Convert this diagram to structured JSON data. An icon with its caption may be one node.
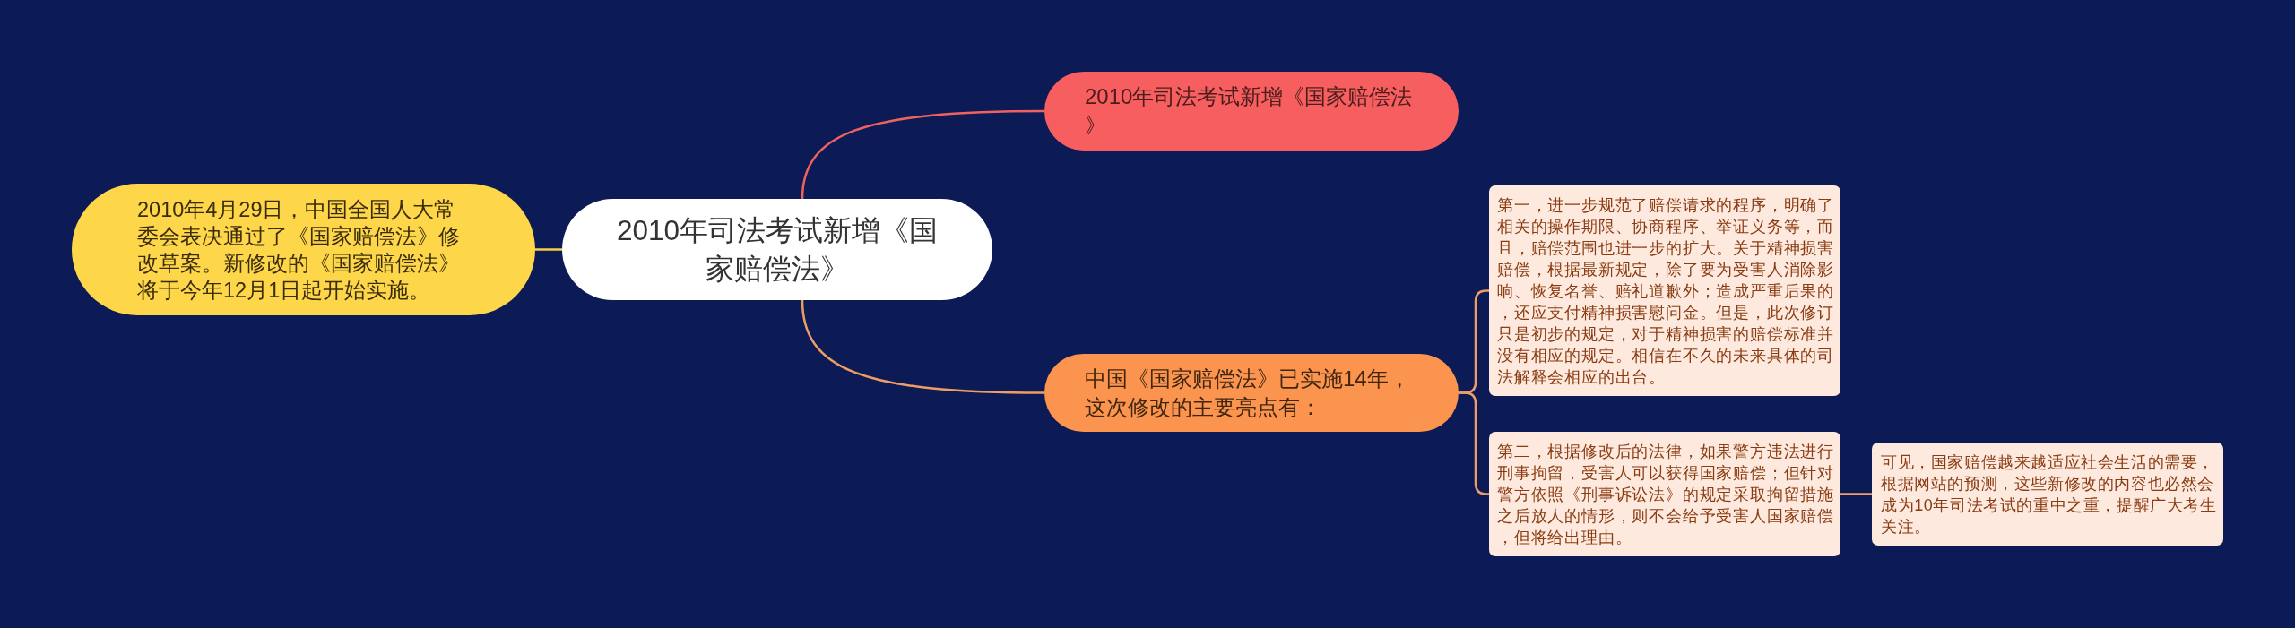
{
  "diagram": {
    "nodes": [
      {
        "text": [
          "2010年4月29日，中国全国人大常委会表决通过了《国家赔偿法》修改草案。新修改的《国家赔偿法》将于今年12月1日起开始实施。"
        ]
      },
      {
        "text": [
          "2010年司法考试新增《国家赔偿法》"
        ]
      },
      {
        "text": [
          "2010年司法考试新增《国家赔偿法》"
        ]
      },
      {
        "text": [
          "中国《国家赔偿法》已实施14年，这次修改的主要亮点有："
        ]
      },
      {
        "text": [
          "第一，进一步规范了赔偿请求的程序，明确了相关的操作期限、协商程序、举证义务等，而且，赔偿范围也进一步的扩大。关于精神损害赔偿，根据最新规定，除了要为受害人消除影响、恢复名誉、赔礼道歉外；造成严重后果的，还应支付精神损害慰问金。但是，此次修订只是初步的规定，对于精神损害的赔偿标准并没有相应的规定。相信在不久的未来具体的司法解释会相应的出台。"
        ]
      },
      {
        "text": [
          "第二，根据修改后的法律，如果警方违法进行刑事拘留，受害人可以获得国家赔偿；但针对警方依照《刑事诉讼法》的规定采取拘留措施之后放人的情形，则不会给予受害人国家赔偿，但将给出理由。"
        ]
      },
      {
        "text": [
          "可见，国家赔偿越来越适应社会生活的需要，根据网站的预测，这些新修改的内容也必然会成为10年司法考试的重中之重，提醒广大考生关注。"
        ]
      }
    ],
    "edges": [
      {
        "from": 1,
        "to": 0,
        "arrow": "none",
        "color": "#f5cf48"
      },
      {
        "from": 1,
        "to": 2,
        "arrow": "none",
        "color": "#f0625f"
      },
      {
        "from": 1,
        "to": 3,
        "arrow": "none"
      },
      {
        "from": 3,
        "to": 4,
        "arrow": "none"
      },
      {
        "from": 3,
        "to": 5,
        "arrow": "none"
      },
      {
        "from": 5,
        "to": 6,
        "arrow": "none"
      }
    ]
  }
}
